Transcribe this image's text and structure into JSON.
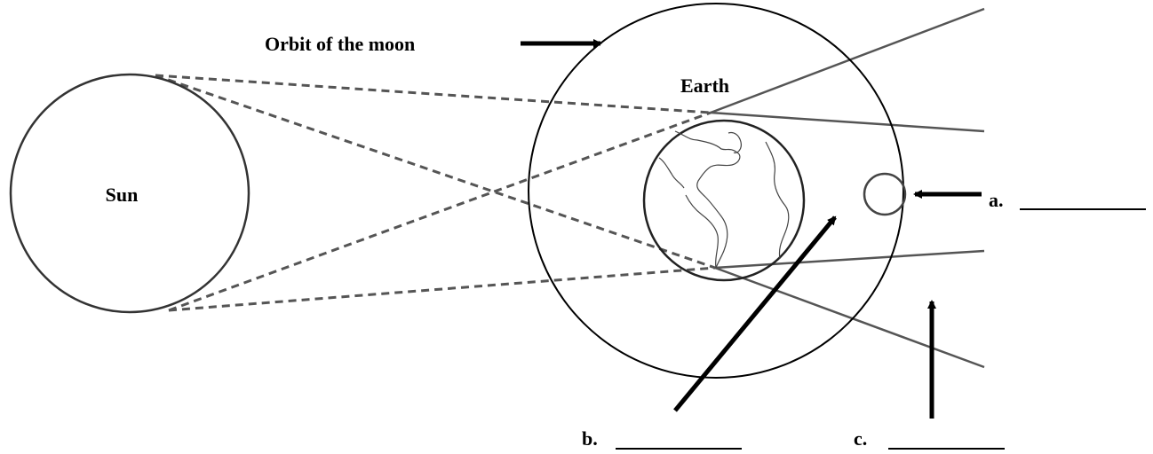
{
  "labels": {
    "sun": "Sun",
    "earth": "Earth",
    "orbit": "Orbit of the moon",
    "a": "a.",
    "b": "b.",
    "c": "c."
  },
  "colors": {
    "ink": "#000000",
    "rays": "#555555",
    "background": "#ffffff"
  }
}
